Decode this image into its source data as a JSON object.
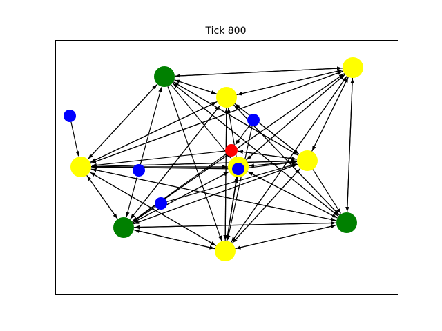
{
  "figure": {
    "title": "Tick 800"
  },
  "graph": {
    "colors": {
      "yellow": "#ffff00",
      "green": "#008000",
      "blue": "#0000ff",
      "red": "#ff0000",
      "edge": "#000000",
      "frame": "#000000"
    },
    "nodes": [
      {
        "id": "Y1",
        "color": "yellow",
        "kind": "large"
      },
      {
        "id": "Y2",
        "color": "yellow",
        "kind": "large"
      },
      {
        "id": "Y3",
        "color": "yellow",
        "kind": "large"
      },
      {
        "id": "Y4",
        "color": "yellow",
        "kind": "large"
      },
      {
        "id": "Y5",
        "color": "yellow",
        "kind": "large"
      },
      {
        "id": "Y6",
        "color": "yellow",
        "kind": "large"
      },
      {
        "id": "G1",
        "color": "green",
        "kind": "large"
      },
      {
        "id": "G2",
        "color": "green",
        "kind": "large"
      },
      {
        "id": "G3",
        "color": "green",
        "kind": "large"
      },
      {
        "id": "R1",
        "color": "red",
        "kind": "small"
      },
      {
        "id": "B1",
        "color": "blue",
        "kind": "small"
      },
      {
        "id": "B2",
        "color": "blue",
        "kind": "small"
      },
      {
        "id": "B3",
        "color": "blue",
        "kind": "small"
      },
      {
        "id": "B4",
        "color": "blue",
        "kind": "small"
      },
      {
        "id": "B5",
        "color": "blue",
        "kind": "small"
      }
    ],
    "edges": [
      [
        "B1",
        "Y1"
      ],
      [
        "B2",
        "G2"
      ],
      [
        "B2",
        "G1"
      ],
      [
        "B3",
        "G2"
      ],
      [
        "B3",
        "Y3"
      ],
      [
        "B4",
        "Y5"
      ],
      [
        "B4",
        "R1"
      ],
      [
        "B5",
        "Y5"
      ],
      [
        "B5",
        "Y3"
      ],
      [
        "B5",
        "Y1"
      ],
      [
        "B5",
        "Y2"
      ],
      [
        "Y5",
        "B5"
      ],
      [
        "R1",
        "Y1"
      ],
      [
        "R1",
        "Y3"
      ],
      [
        "Y3",
        "R1"
      ],
      [
        "R1",
        "G2"
      ],
      [
        "Y1",
        "G1"
      ],
      [
        "G1",
        "Y1"
      ],
      [
        "Y1",
        "Y2"
      ],
      [
        "Y2",
        "Y1"
      ],
      [
        "Y1",
        "Y3"
      ],
      [
        "Y3",
        "Y1"
      ],
      [
        "Y1",
        "Y4"
      ],
      [
        "Y4",
        "Y1"
      ],
      [
        "Y1",
        "Y5"
      ],
      [
        "Y5",
        "Y1"
      ],
      [
        "Y1",
        "G2"
      ],
      [
        "G2",
        "Y1"
      ],
      [
        "Y1",
        "Y6"
      ],
      [
        "Y6",
        "Y1"
      ],
      [
        "Y1",
        "G3"
      ],
      [
        "G3",
        "Y1"
      ],
      [
        "G1",
        "Y2"
      ],
      [
        "Y2",
        "G1"
      ],
      [
        "G1",
        "Y3"
      ],
      [
        "Y3",
        "G1"
      ],
      [
        "G1",
        "Y4"
      ],
      [
        "Y4",
        "G1"
      ],
      [
        "G1",
        "Y5"
      ],
      [
        "G1",
        "G3"
      ],
      [
        "G3",
        "G1"
      ],
      [
        "G1",
        "Y6"
      ],
      [
        "Y2",
        "Y3"
      ],
      [
        "Y3",
        "Y2"
      ],
      [
        "Y2",
        "Y4"
      ],
      [
        "Y4",
        "Y2"
      ],
      [
        "Y2",
        "Y5"
      ],
      [
        "Y5",
        "Y2"
      ],
      [
        "Y2",
        "G2"
      ],
      [
        "G2",
        "Y2"
      ],
      [
        "Y2",
        "G3"
      ],
      [
        "G3",
        "Y2"
      ],
      [
        "Y3",
        "Y4"
      ],
      [
        "Y4",
        "Y3"
      ],
      [
        "Y3",
        "Y5"
      ],
      [
        "Y5",
        "Y3"
      ],
      [
        "Y3",
        "G2"
      ],
      [
        "G2",
        "Y3"
      ],
      [
        "Y3",
        "Y6"
      ],
      [
        "Y6",
        "Y3"
      ],
      [
        "Y3",
        "G3"
      ],
      [
        "Y4",
        "Y5"
      ],
      [
        "Y5",
        "Y4"
      ],
      [
        "Y4",
        "G2"
      ],
      [
        "G2",
        "Y4"
      ],
      [
        "Y4",
        "Y6"
      ],
      [
        "Y6",
        "Y4"
      ],
      [
        "Y4",
        "G3"
      ],
      [
        "G3",
        "Y4"
      ],
      [
        "Y5",
        "G2"
      ],
      [
        "G2",
        "Y5"
      ],
      [
        "Y5",
        "Y6"
      ],
      [
        "Y6",
        "Y5"
      ],
      [
        "Y5",
        "G3"
      ],
      [
        "G3",
        "Y5"
      ],
      [
        "G2",
        "Y6"
      ],
      [
        "Y6",
        "G2"
      ],
      [
        "G2",
        "G3"
      ],
      [
        "G3",
        "G2"
      ],
      [
        "Y6",
        "G3"
      ],
      [
        "G3",
        "Y6"
      ]
    ]
  }
}
